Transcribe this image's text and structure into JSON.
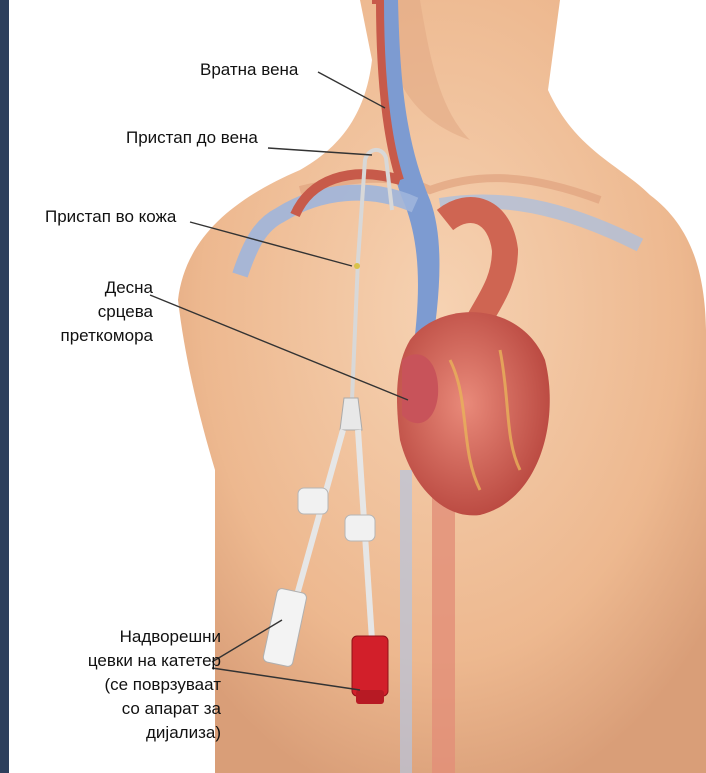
{
  "colors": {
    "background": "#ffffff",
    "side_bar": "#2d3f5c",
    "skin": "#f2c4a1",
    "skin_shadow": "#d9a07a",
    "vein": "#6f8fc9",
    "artery": "#c75a4a",
    "heart": "#d7665a",
    "catheter": "#e5e5e5",
    "red_cap": "#d21f2a",
    "leader_line": "#333333"
  },
  "labels": {
    "jugular_vein": "Вратна вена",
    "vein_access": "Пристап до вена",
    "skin_access": "Пристап во кожа",
    "right_atrium": [
      "Десна",
      "срцева",
      "преткомора"
    ],
    "catheter_tubes": [
      "Надворешни",
      "цевки на катетер",
      "(се поврзуваат",
      "со апарат за",
      "дијализа)"
    ]
  }
}
